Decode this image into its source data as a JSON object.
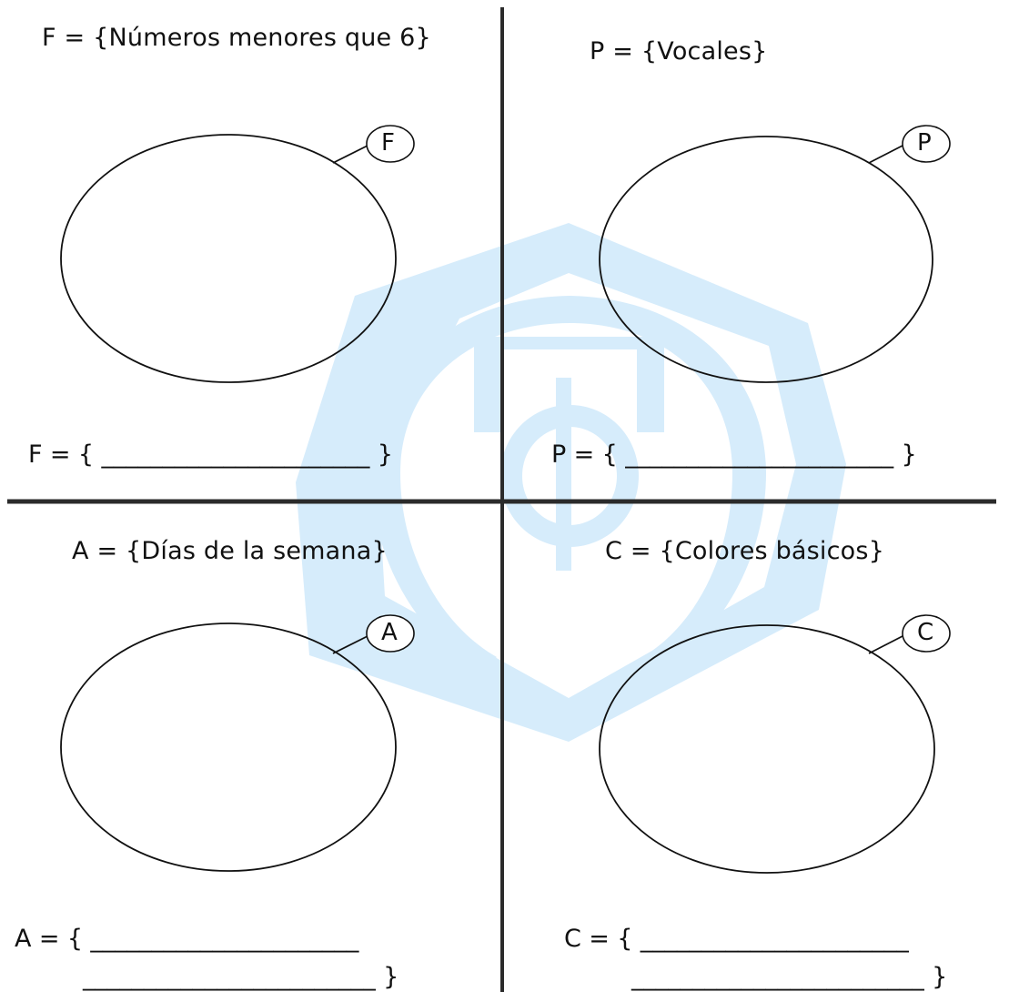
{
  "colors": {
    "watermark": "#d6ecfb",
    "ink": "#111111",
    "divider": "#2b2b2b"
  },
  "watermark": {
    "icon": "phi-shield-watermark"
  },
  "quadrants": [
    {
      "id": "F",
      "title": "F = {Números menores que 6}",
      "label": "F",
      "answer_line_1": "F = { ______________________ }"
    },
    {
      "id": "P",
      "title": "P = {Vocales}",
      "label": "P",
      "answer_line_1": "P = { ______________________ }"
    },
    {
      "id": "A",
      "title": "A = {Días de la semana}",
      "label": "A",
      "answer_line_1": "A = { ______________________",
      "answer_line_2": "________________________ }"
    },
    {
      "id": "C",
      "title": "C = {Colores básicos}",
      "label": "C",
      "answer_line_1": "C = { ______________________",
      "answer_line_2": "________________________ }"
    }
  ]
}
